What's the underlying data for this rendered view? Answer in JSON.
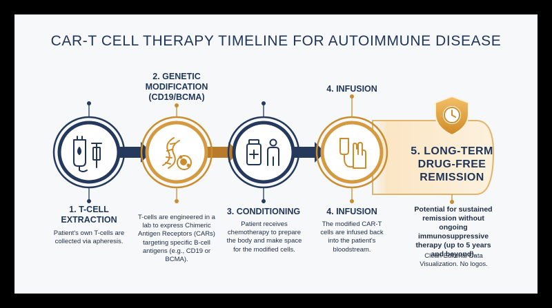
{
  "title": "CAR-T CELL THERAPY TIMELINE FOR AUTOIMMUNE DISEASE",
  "steps": [
    {
      "top_label": "",
      "bottom_title": "1. T-CELL EXTRACTION",
      "bottom_desc": "Patient's own T-cells are collected via apheresis.",
      "icon": "iv-bag-syringe-icon"
    },
    {
      "top_label": "2. GENETIC MODIFICATION (CD19/BCMA)",
      "bottom_title": "",
      "bottom_desc": "T-cells are engineered in a lab to express Chimeric Antigen Receptors (CARs) targeting specific B-cell antigens (e.g., CD19 or BCMA).",
      "icon": "dna-cell-icon"
    },
    {
      "top_label": "",
      "bottom_title": "3. CONDITIONING",
      "bottom_desc": "Patient receives chemotherapy to prepare the body and make space for the modified cells.",
      "icon": "medicine-patient-icon"
    },
    {
      "top_label": "4. INFUSION",
      "bottom_title": "4. INFUSION",
      "bottom_desc": "The modified CAR-T cells are infused back into the patient's bloodstream.",
      "icon": "iv-drip-arm-icon"
    },
    {
      "top_label": "",
      "bottom_title": "5. LONG-TERM DRUG-FREE REMISSION",
      "bottom_desc": "Potential for sustained remission without ongoing immunosuppressive therapy (up to 5 years and beyond).",
      "icon": "shield-clock-icon"
    }
  ],
  "footer_note": "Clean Editorial Data Visualization. No logos.",
  "colors": {
    "navy": "#1f3557",
    "gold": "#d4963a",
    "background": "#f7f8fa",
    "remission_fill": "#fbecd3"
  }
}
